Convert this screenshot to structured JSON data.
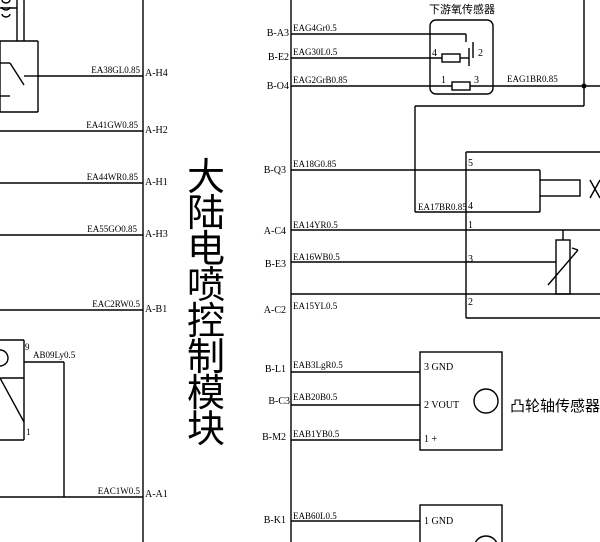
{
  "module": {
    "title_chars": [
      "大",
      "陆",
      "电",
      "喷",
      "控",
      "制",
      "模",
      "块"
    ]
  },
  "left_connections": [
    {
      "pin": "A-H4",
      "wire": "EA38GL0.85"
    },
    {
      "pin": "A-H2",
      "wire": "EA41GW0.85"
    },
    {
      "pin": "A-H1",
      "wire": "EA44WR0.85"
    },
    {
      "pin": "A-H3",
      "wire": "EA55GO0.85"
    },
    {
      "pin": "A-B1",
      "wire": "EAC2RW0.5"
    },
    {
      "pin": "A-A1",
      "wire": "EAC1W0.5"
    }
  ],
  "left_component": {
    "pin_9": "9",
    "wire": "AB09Ly0.5",
    "pin_1": "1"
  },
  "right_connections": [
    {
      "pin": "B-A3",
      "wire": "EAG4Gr0.5"
    },
    {
      "pin": "B-E2",
      "wire": "EAG30L0.5"
    },
    {
      "pin": "B-O4",
      "wire": "EAG2GrB0.85"
    },
    {
      "pin": "B-Q3",
      "wire": "EA18G0.85"
    },
    {
      "pin": "A-C4",
      "wire": "EA14YR0.5"
    },
    {
      "pin": "B-E3",
      "wire": "EA16WB0.5"
    },
    {
      "pin": "A-C2",
      "wire": "EA15YL0.5"
    },
    {
      "pin": "B-L1",
      "wire": "EAB3LgR0.5"
    },
    {
      "pin": "B-C3",
      "wire": "EAB20B0.5"
    },
    {
      "pin": "B-M2",
      "wire": "EAB1YB0.5"
    },
    {
      "pin": "B-K1",
      "wire": "EAB60L0.5"
    }
  ],
  "o2_sensor": {
    "label": "下游氧传感器",
    "pins": [
      "4",
      "2",
      "1",
      "3"
    ],
    "out_wire": "EAG1BR0.85"
  },
  "throttle": {
    "pins": [
      "5",
      "4",
      "1",
      "3",
      "2"
    ],
    "extra_wire": "EA17BR0.85"
  },
  "cam_sensor": {
    "label": "凸轮轴传感器",
    "terminals": [
      "3 GND",
      "2 VOUT",
      "1 +"
    ]
  },
  "bottom_sensor": {
    "terminals": [
      "1 GND"
    ]
  }
}
